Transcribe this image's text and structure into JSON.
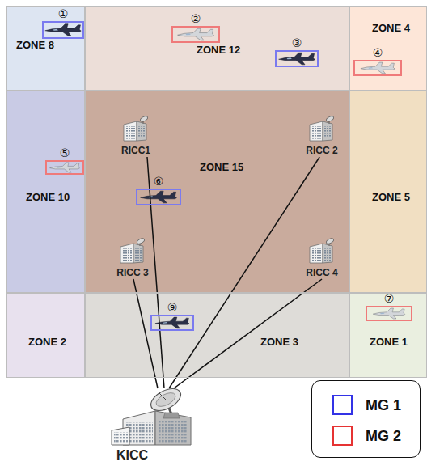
{
  "diagram": {
    "nodes": [
      {
        "text": [
          "ZONE 8"
        ]
      },
      {
        "text": [
          "①"
        ],
        "in": 0
      },
      {
        "text": [
          "ZONE 12"
        ]
      },
      {
        "text": [
          "②"
        ],
        "in": 2
      },
      {
        "text": [
          "③"
        ],
        "in": 2
      },
      {
        "text": [
          "ZONE 4"
        ]
      },
      {
        "text": [
          "④"
        ],
        "in": 5
      },
      {
        "text": [
          "ZONE 10"
        ]
      },
      {
        "text": [
          "⑤"
        ],
        "in": 7
      },
      {
        "text": [
          "ZONE 15"
        ]
      },
      {
        "text": [
          "RICC1"
        ],
        "in": 9
      },
      {
        "text": [
          "RICC 2"
        ],
        "in": 9
      },
      {
        "text": [
          "⑥"
        ],
        "in": 9
      },
      {
        "text": [
          "RICC 3"
        ],
        "in": 9
      },
      {
        "text": [
          "RICC 4"
        ],
        "in": 9
      },
      {
        "text": [
          "ZONE 5"
        ]
      },
      {
        "text": [
          "ZONE 2"
        ]
      },
      {
        "text": [
          "ZONE 3"
        ]
      },
      {
        "text": [
          "⑨"
        ],
        "in": 17
      },
      {
        "text": [
          "ZONE 1"
        ]
      },
      {
        "text": [
          "⑦"
        ],
        "in": 19
      },
      {
        "text": [
          "KICC"
        ]
      }
    ],
    "edges": [
      {
        "from": 21,
        "to": 10,
        "arrow": "none"
      },
      {
        "from": 21,
        "to": 11,
        "arrow": "none"
      },
      {
        "from": 21,
        "to": 13,
        "arrow": "none"
      },
      {
        "from": 21,
        "to": 14,
        "arrow": "none"
      }
    ],
    "legend": [
      {
        "text": "MG 1",
        "color": "#3333e6"
      },
      {
        "text": "MG 2",
        "color": "#e63333"
      }
    ]
  }
}
